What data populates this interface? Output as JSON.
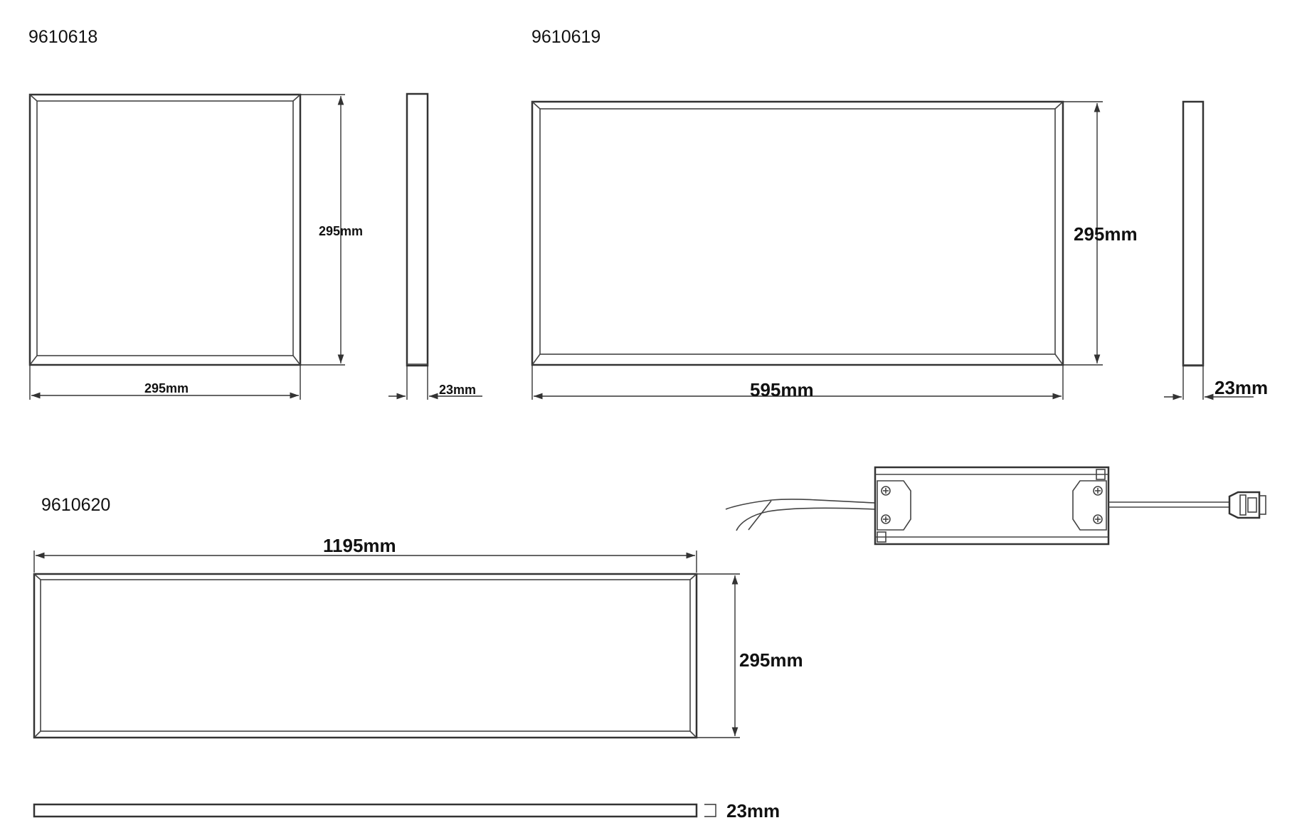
{
  "panels": [
    {
      "code": "9610618",
      "width_label": "295mm",
      "height_label": "295mm",
      "depth_label": "23mm"
    },
    {
      "code": "9610619",
      "width_label": "595mm",
      "height_label": "295mm",
      "depth_label": "23mm"
    },
    {
      "code": "9610620",
      "width_label": "1195mm",
      "height_label": "295mm",
      "depth_label": "23mm"
    }
  ],
  "driver": {
    "icon": "led-driver-with-cables-icon"
  }
}
